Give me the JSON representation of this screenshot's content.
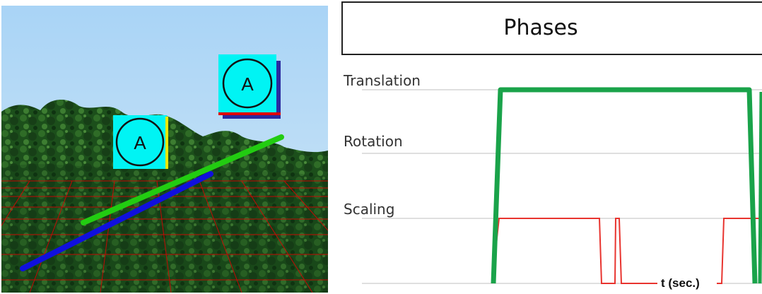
{
  "scene": {
    "marker_far_letter": "A",
    "marker_near_letter": "A",
    "colors": {
      "sky_top": "#a9d4f6",
      "sky_bottom": "#cfe6f7",
      "foliage_dark": "#0e3512",
      "foliage_mid": "#1f5a1d",
      "foliage_light": "#3f7f2e",
      "grid_line": "#e00000",
      "marker_fill": "#00f4f4",
      "marker_ring": "#111111",
      "target_line": "#22cc11",
      "trace_line": "#1010dd"
    }
  },
  "phases": {
    "title": "Phases",
    "lanes": [
      "Translation",
      "Rotation",
      "Scaling"
    ],
    "x_axis_label": "t (sec.)",
    "colors": {
      "translation_signal": "#1aa34a",
      "scaling_signal": "#e8342f",
      "rule": "#bfbfbf"
    }
  }
}
